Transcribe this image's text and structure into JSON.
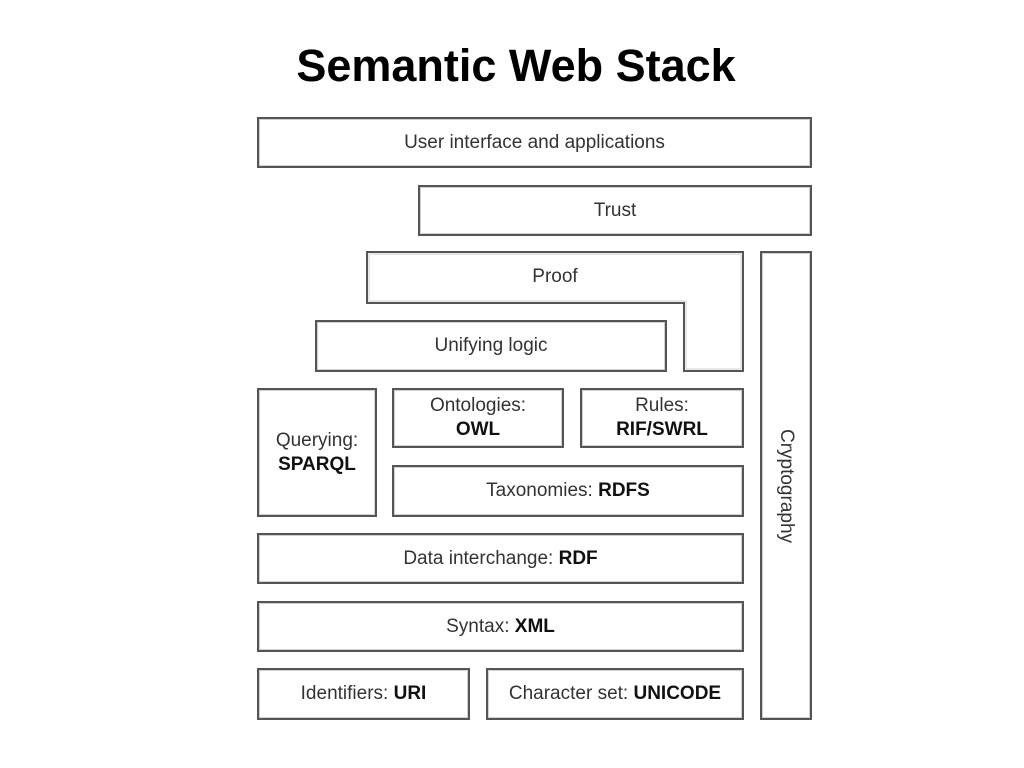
{
  "title": "Semantic Web Stack",
  "layers": {
    "user_interface": "User interface and applications",
    "trust": "Trust",
    "proof": "Proof",
    "unifying_logic": "Unifying logic",
    "querying": {
      "label": "Querying:",
      "value": "SPARQL"
    },
    "ontologies": {
      "label": "Ontologies:",
      "value": "OWL"
    },
    "rules": {
      "label": "Rules:",
      "value": "RIF/SWRL"
    },
    "taxonomies": {
      "label": "Taxonomies: ",
      "value": "RDFS"
    },
    "data_interchange": {
      "label": "Data interchange: ",
      "value": "RDF"
    },
    "syntax": {
      "label": "Syntax: ",
      "value": "XML"
    },
    "identifiers": {
      "label": "Identifiers: ",
      "value": "URI"
    },
    "character_set": {
      "label": "Character set: ",
      "value": "UNICODE"
    },
    "cryptography": "Cryptography"
  }
}
